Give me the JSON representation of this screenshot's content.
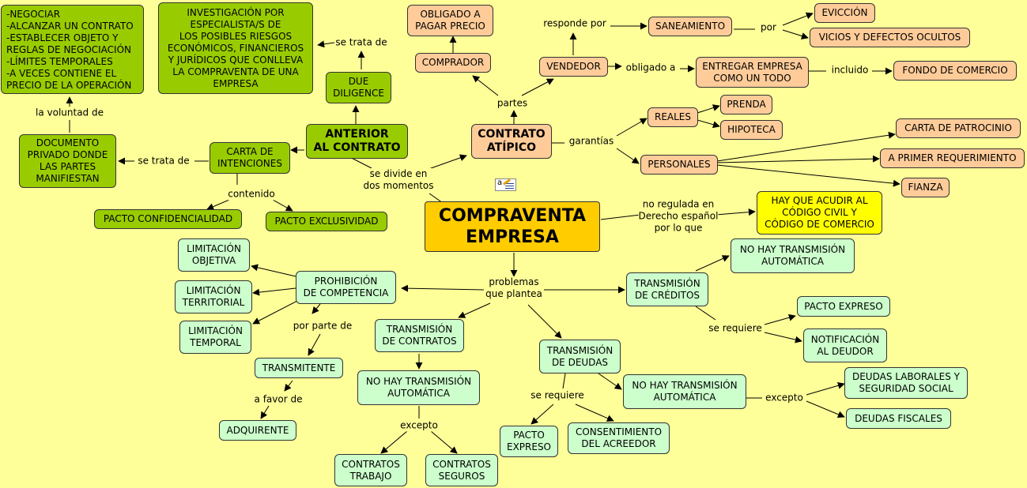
{
  "nodes": {
    "compraventa": "COMPRAVENTA\nEMPRESA",
    "contrato_atipico": "CONTRATO\nATÍPICO",
    "anterior": "ANTERIOR\nAL CONTRATO",
    "due_diligence": "DUE\nDILIGENCE",
    "investigacion": "INVESTIGACIÓN POR\nESPECIALISTA/S DE\nLOS POSIBLES RIESGOS\nECONÓMICOS, FINANCIEROS\nY JURÍDICOS QUE CONLLEVA\nLA COMPRAVENTA DE UNA\nEMPRESA",
    "negociar": "-NEGOCIAR\n-ALCANZAR UN CONTRATO\n-ESTABLECER OBJETO Y\nREGLAS DE NEGOCIACIÓN\n-LÍMITES TEMPORALES\n-A VECES CONTIENE EL\nPRECIO DE LA OPERACIÓN",
    "documento": "DOCUMENTO\nPRIVADO DONDE\nLAS PARTES\nMANIFIESTAN",
    "carta_intenciones": "CARTA DE\nINTENCIONES",
    "pacto_conf": "PACTO CONFIDENCIALIDAD",
    "pacto_excl": "PACTO EXCLUSIVIDAD",
    "obligado_pagar": "OBLIGADO A\nPAGAR PRECIO",
    "comprador": "COMPRADOR",
    "vendedor": "VENDEDOR",
    "saneamiento": "SANEAMIENTO",
    "eviccion": "EVICCIÓN",
    "vicios": "VICIOS Y DEFECTOS OCULTOS",
    "entregar": "ENTREGAR EMPRESA\nCOMO UN TODO",
    "fondo": "FONDO DE COMERCIO",
    "reales": "REALES",
    "prenda": "PRENDA",
    "hipoteca": "HIPOTECA",
    "personales": "PERSONALES",
    "carta_patrocinio": "CARTA DE PATROCINIO",
    "primer_req": "A PRIMER REQUERIMIENTO",
    "fianza": "FIANZA",
    "codigo": "HAY QUE ACUDIR AL\nCÓDIGO CIVIL Y\nCÓDIGO DE COMERCIO",
    "lim_obj": "LIMITACIÓN\nOBJETIVA",
    "lim_terr": "LIMITACIÓN\nTERRITORIAL",
    "lim_temp": "LIMITACIÓN\nTEMPORAL",
    "prohibicion": "PROHIBICIÓN\nDE COMPETENCIA",
    "transmitente": "TRANSMITENTE",
    "adquirente": "ADQUIRENTE",
    "trans_contratos": "TRANSMISIÓN\nDE CONTRATOS",
    "no_auto_contr": "NO HAY TRANSMISIÓN\nAUTOMÁTICA",
    "contr_trabajo": "CONTRATOS\nTRABAJO",
    "contr_seguros": "CONTRATOS\nSEGUROS",
    "trans_deudas": "TRANSMISIÓN\nDE DEUDAS",
    "pacto_expreso_d": "PACTO\nEXPRESO",
    "consentimiento": "CONSENTIMIENTO\nDEL ACREEDOR",
    "no_auto_deudas": "NO HAY TRANSMISIÓN\nAUTOMÁTICA",
    "deudas_lab": "DEUDAS LABORALES Y\nSEGURIDAD SOCIAL",
    "deudas_fisc": "DEUDAS FISCALES",
    "trans_creditos": "TRANSMISIÓN\nDE CRÉDITOS",
    "no_auto_cred": "NO HAY TRANSMISIÓN\nAUTOMÁTICA",
    "pacto_expreso_c": "PACTO EXPRESO",
    "notificacion": "NOTIFICACIÓN\nAL DEUDOR"
  },
  "labels": {
    "se_trata_de_1": "se trata de",
    "la_voluntad": "la voluntad de",
    "se_trata_de_2": "se trata de",
    "contenido": "contenido",
    "se_divide": "se divide en\ndos momentos",
    "partes": "partes",
    "responde_por": "responde por",
    "por": "por",
    "obligado_a": "obligado a",
    "incluido": "incluido",
    "garantias": "garantías",
    "no_regulada": "no regulada en\nDerecho español\npor lo que",
    "problemas": "problemas\nque plantea",
    "por_parte": "por parte de",
    "a_favor": "a favor de",
    "excepto_1": "excepto",
    "se_requiere_d": "se requiere",
    "excepto_2": "excepto",
    "se_requiere_c": "se requiere"
  },
  "colors": {
    "background": "#ffff99",
    "green": "#99cc00",
    "peach": "#ffcc99",
    "mint": "#ccffcc",
    "gold": "#ffcc00",
    "yellow": "#ffff00"
  },
  "icons": [
    "edit-note-icon"
  ]
}
